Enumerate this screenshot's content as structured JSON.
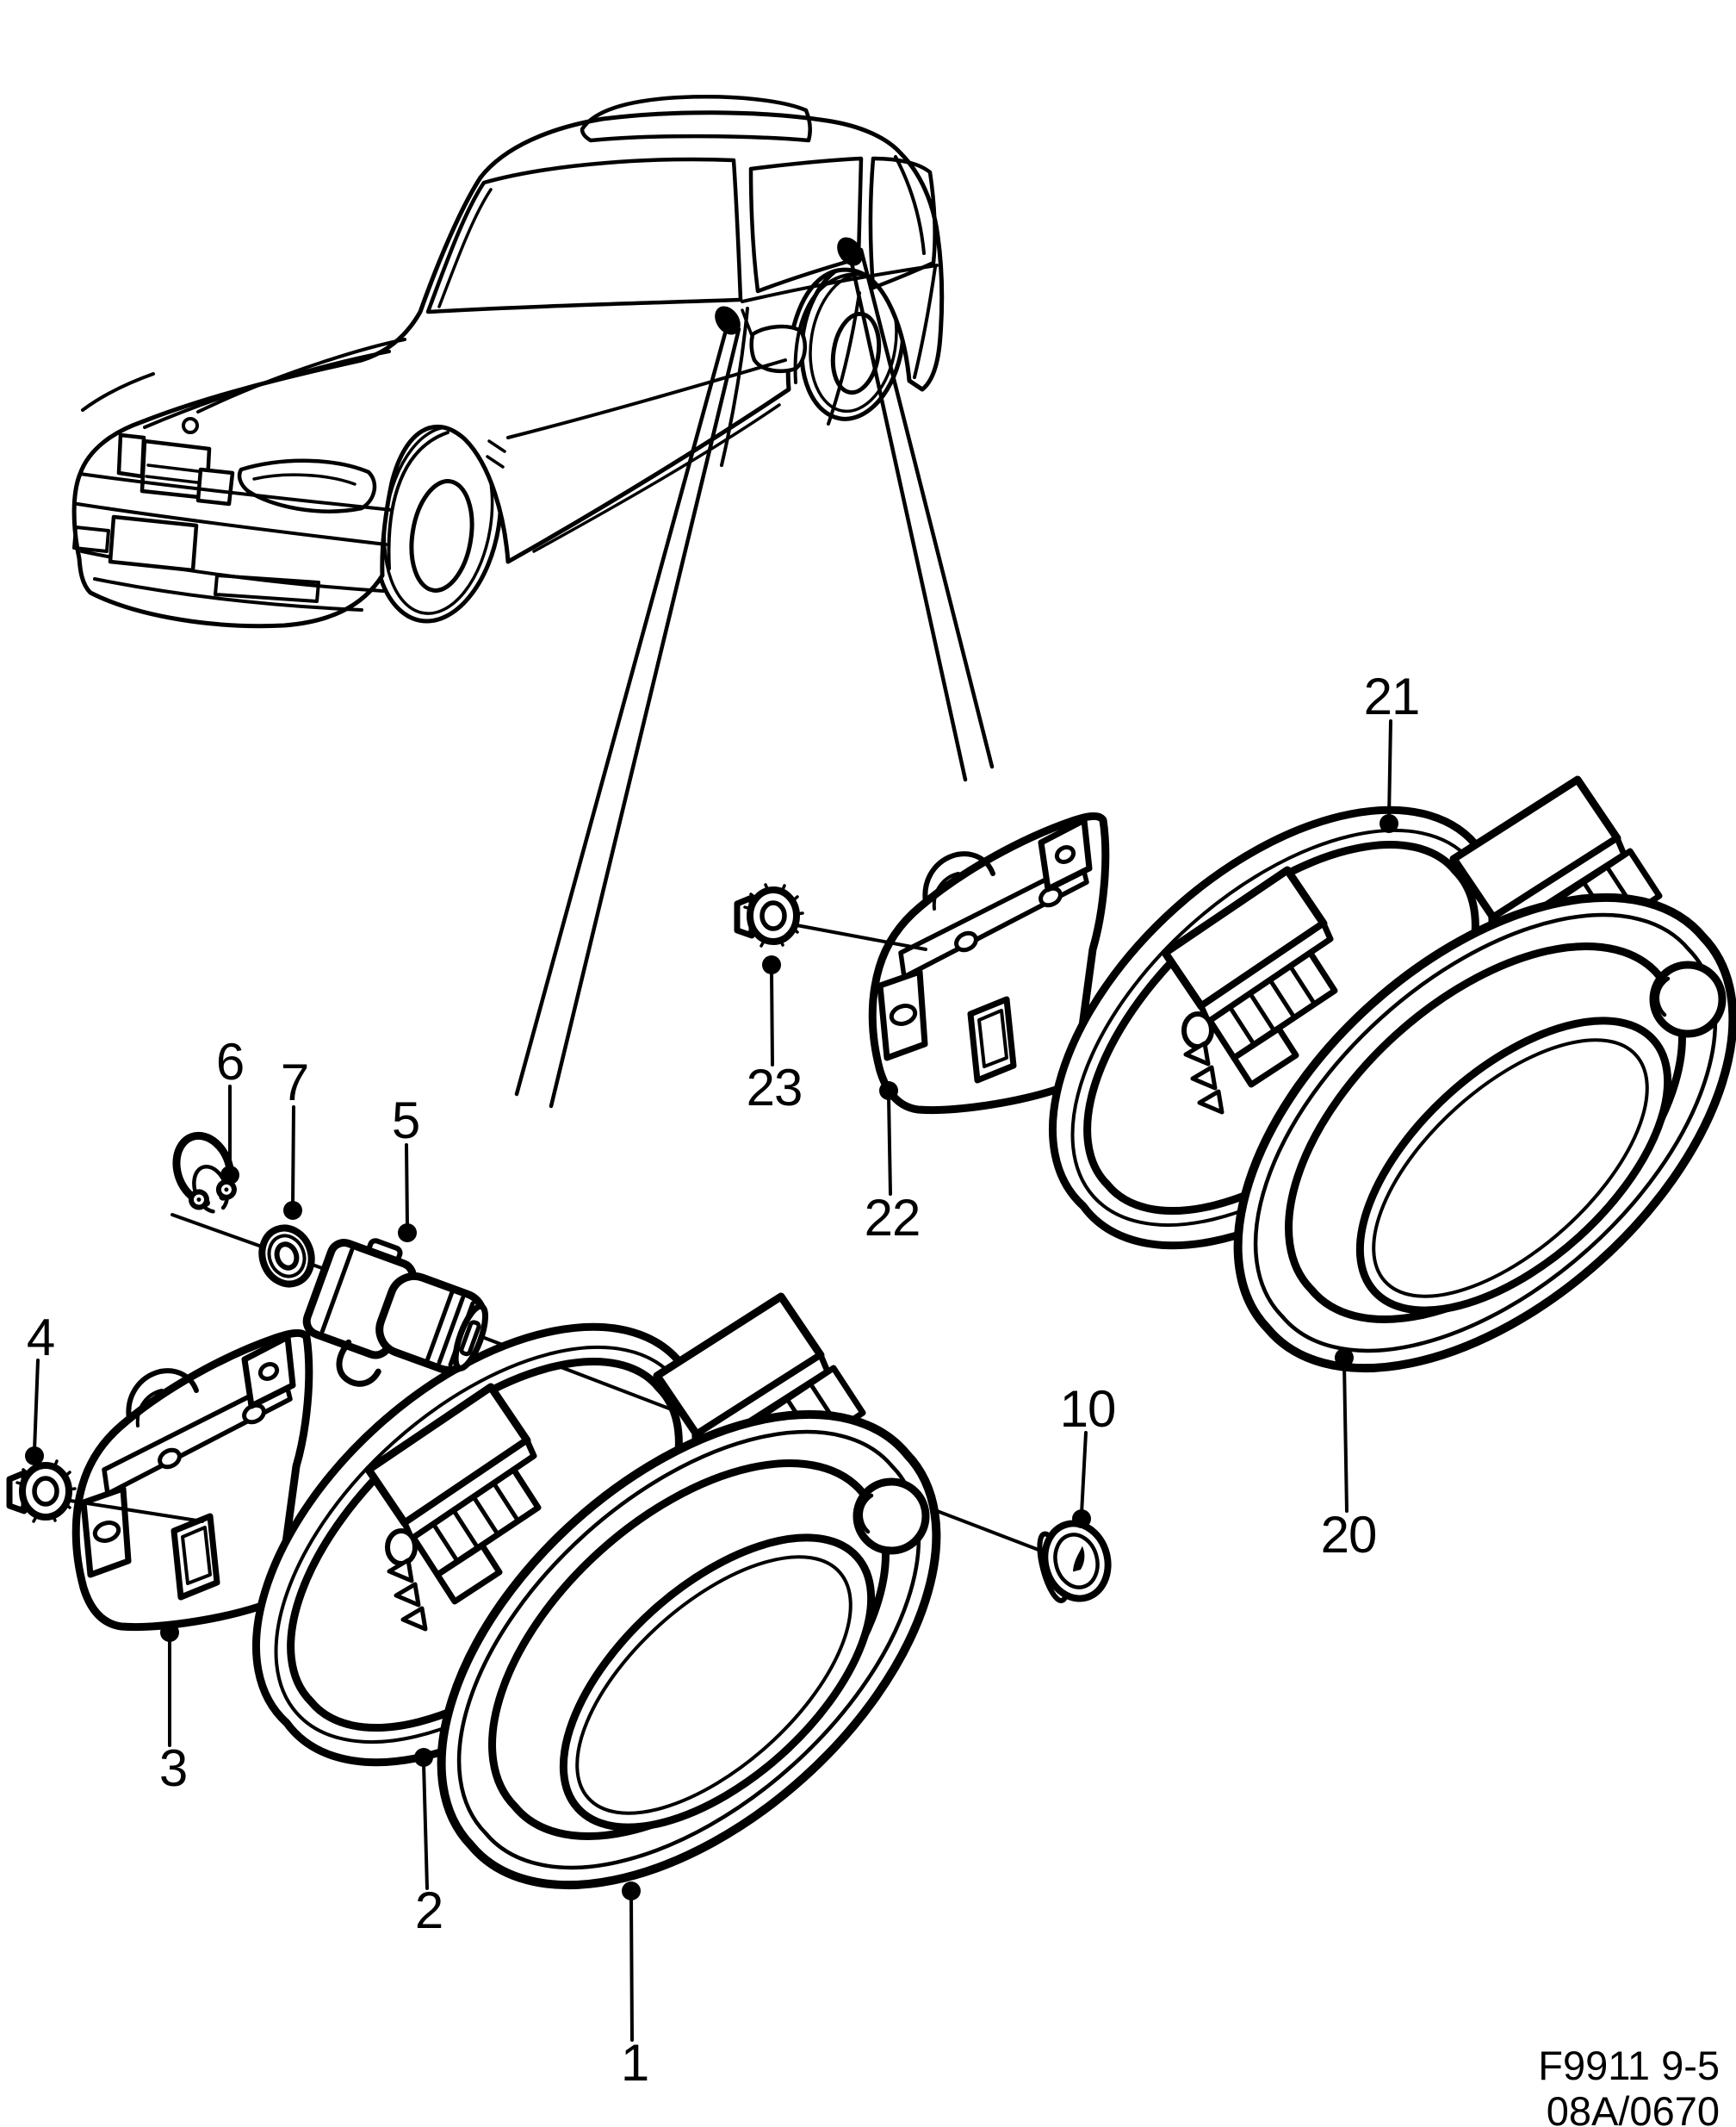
{
  "page": {
    "background_color": "#ffffff",
    "ink_color": "#000000",
    "description_semantics": "exploded-parts-diagram-door-handles-saab-9-5"
  },
  "figure_code": {
    "line1": "F9911 9-5",
    "line2": "08A/0670"
  },
  "callouts": [
    {
      "label": "1"
    },
    {
      "label": "2"
    },
    {
      "label": "3"
    },
    {
      "label": "4"
    },
    {
      "label": "5"
    },
    {
      "label": "6"
    },
    {
      "label": "7"
    },
    {
      "label": "10"
    },
    {
      "label": "20"
    },
    {
      "label": "21"
    },
    {
      "label": "22"
    },
    {
      "label": "23"
    }
  ]
}
